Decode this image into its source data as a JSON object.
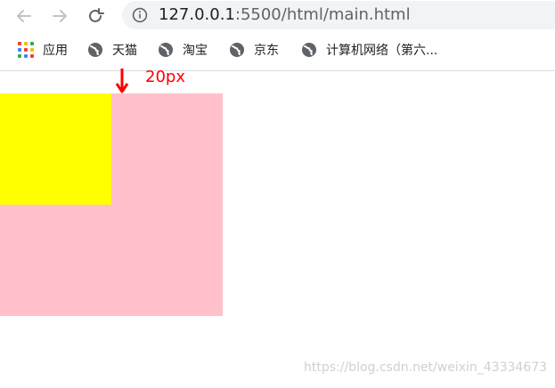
{
  "browser": {
    "url_prefix": "127.0.0.1",
    "url_suffix": ":5500/html/main.html"
  },
  "bookmarks": {
    "items": [
      {
        "label": "应用",
        "icon": "apps-grid-icon"
      },
      {
        "label": "天猫",
        "icon": "globe-icon"
      },
      {
        "label": "淘宝",
        "icon": "globe-icon"
      },
      {
        "label": "京东",
        "icon": "globe-icon"
      },
      {
        "label": "计算机网络（第六...",
        "icon": "globe-icon"
      }
    ]
  },
  "page": {
    "annotation": "20px",
    "watermark": "https://blog.csdn.net/weixin_43334673"
  },
  "colors": {
    "outer_box": "#ffc0cb",
    "inner_box": "#ffff00",
    "annotation": "#ff0000",
    "apps_grid": [
      "#ea4335",
      "#fbbc04",
      "#34a853",
      "#4285f4"
    ]
  },
  "icons": {
    "back": "arrow-left-icon",
    "forward": "arrow-right-icon",
    "reload": "reload-icon",
    "info": "info-icon",
    "bookmark": "globe-icon"
  }
}
